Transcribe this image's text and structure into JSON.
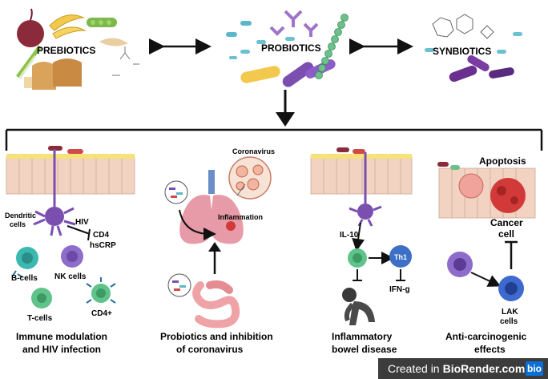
{
  "top": {
    "prebiotics": "PREBIOTICS",
    "probiotics": "PROBIOTICS",
    "synbiotics": "SYNBIOTICS"
  },
  "panel_immune": {
    "dendritic": "Dendritic\ncells",
    "hiv": "HIV",
    "cd4": "CD4",
    "hscrp": "hsCRP",
    "b_cells": "B-cells",
    "nk_cells": "NK cells",
    "t_cells": "T-cells",
    "cd4_plus": "CD4+",
    "caption_line1": "Immune modulation",
    "caption_line2": "and HIV infection"
  },
  "panel_corona": {
    "coronavirus": "Coronavirus",
    "inflammation": "Inflammation",
    "caption_line1": "Probiotics and inhibition",
    "caption_line2": "of coronavirus"
  },
  "panel_ibd": {
    "il10": "IL-10",
    "th1": "Th1",
    "ifng": "IFN-g",
    "caption_line1": "Inflammatory",
    "caption_line2": "bowel disease"
  },
  "panel_cancer": {
    "apoptosis": "Apoptosis",
    "cancer_line1": "Cancer",
    "cancer_line2": "cell",
    "lak_line1": "LAK",
    "lak_line2": "cells",
    "caption_line1": "Anti-carcinogenic",
    "caption_line2": "effects"
  },
  "footer": {
    "created_in": "Created in",
    "brand": "BioRender.com",
    "logo": "bio"
  },
  "colors": {
    "prebiotic_purple": "#8b2a3a",
    "banana_yellow": "#f2c94c",
    "pea_green": "#7cb84a",
    "bacteria_purple": "#7a4fb0",
    "bacteria_green": "#6cc08b",
    "lung_pink": "#e79aa7",
    "immune_teal": "#3bb8b0",
    "nk_purple": "#8e6cc9",
    "tcell_green": "#5fc38a",
    "th1_blue": "#3e6fc6",
    "cancer_red": "#d23a3a",
    "lak_blue": "#3e6ad0",
    "epithelium_beige": "#f2d3c2"
  }
}
